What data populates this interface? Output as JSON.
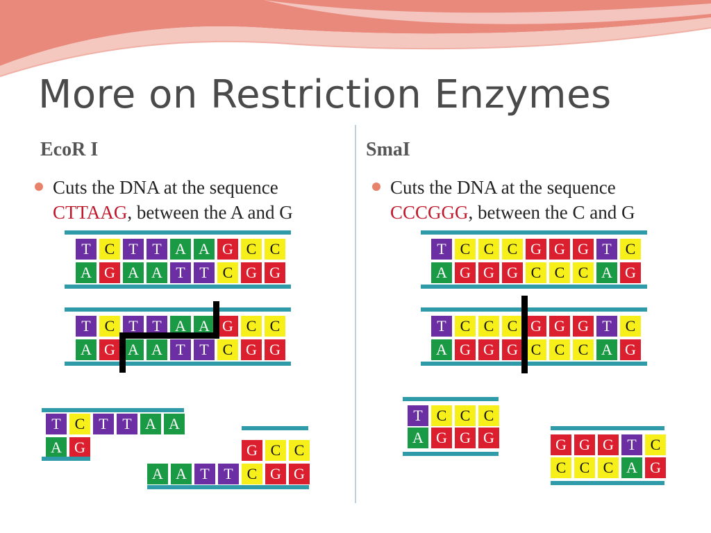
{
  "title": "More on Restriction Enzymes",
  "colors": {
    "T": "#6b2fa3",
    "C": "#f6ef1a",
    "A": "#1a9a45",
    "G": "#dc1f2e",
    "backbone": "#2f9aa8",
    "bullet": "#e7836b",
    "sequence_highlight": "#c0182b"
  },
  "left": {
    "heading": "EcoR I",
    "bullet_line1": "Cuts the DNA at the sequence",
    "bullet_seq": "CTTAAG",
    "bullet_rest": ", between the A and G",
    "strands": [
      {
        "top": "TCTTAAGCC",
        "bottom": "AGAATTCGG"
      },
      {
        "top": "TCTTAAGCC",
        "bottom": "AGAATTCGG"
      },
      {
        "top": "TCTTAA",
        "bottom": "AG"
      },
      {
        "top": "GCC",
        "bottom": "AATTCGG"
      }
    ]
  },
  "right": {
    "heading": "SmaI",
    "bullet_line1": "Cuts the DNA at the sequence",
    "bullet_seq": "CCCGGG",
    "bullet_rest": ", between the C and G",
    "strands": [
      {
        "top": "TCCCGGGTC",
        "bottom": "AGGGCCCAG"
      },
      {
        "top": "TCCCGGGTC",
        "bottom": "AGGGCCCAG"
      },
      {
        "top": "TCCC",
        "bottom": "AGGG"
      },
      {
        "top": "GGGTC",
        "bottom": "CCCAG"
      }
    ]
  }
}
